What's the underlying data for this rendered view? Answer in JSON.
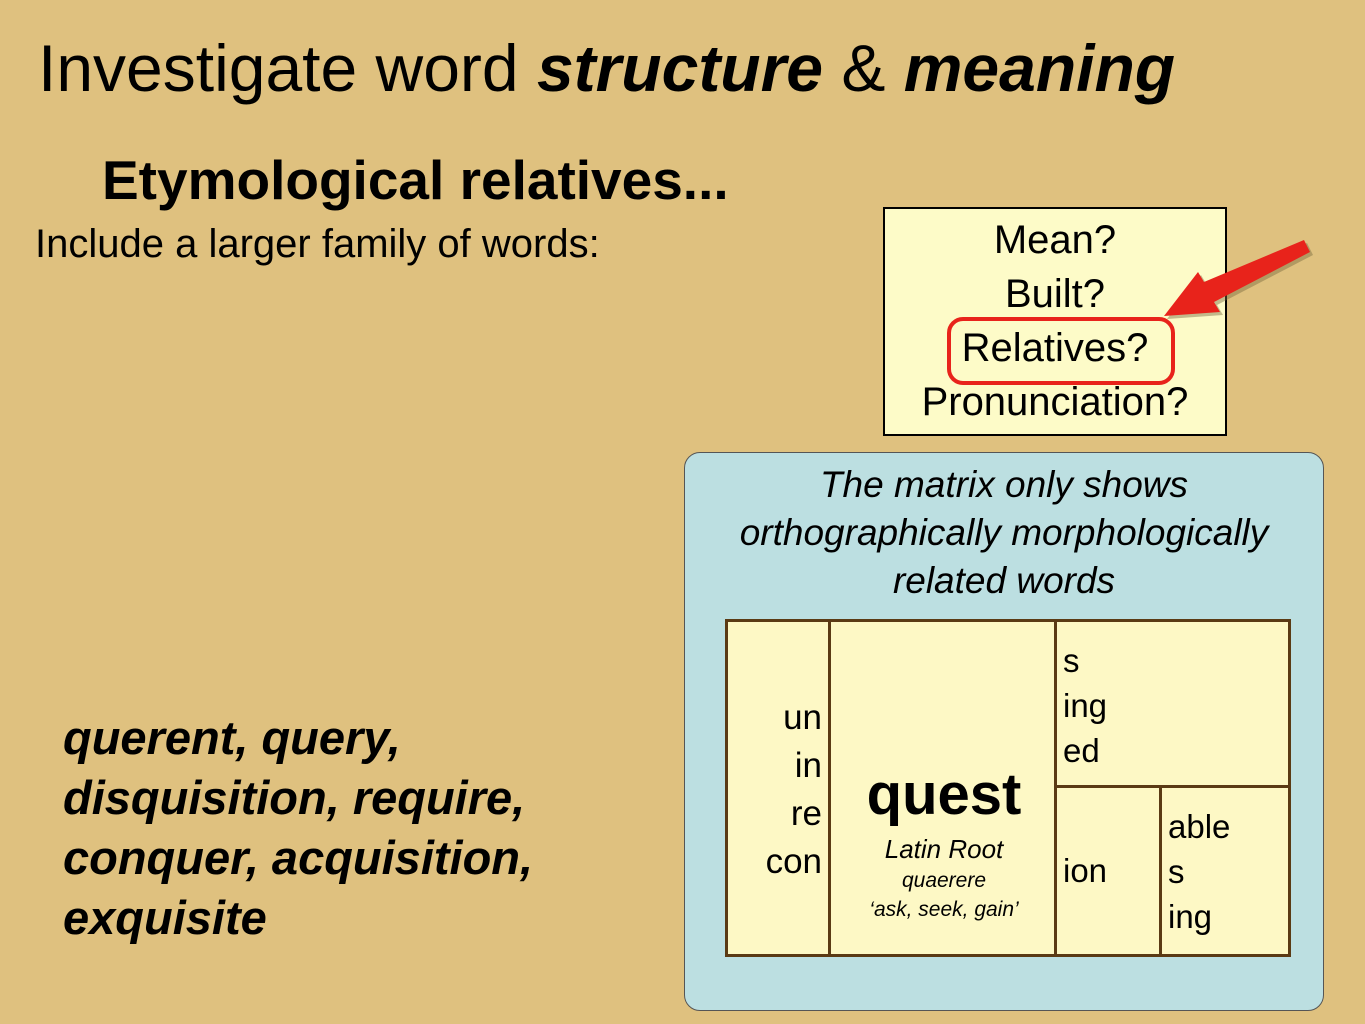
{
  "title": {
    "pre": "Investigate word ",
    "em1": "structure",
    "mid": " & ",
    "em2": "meaning"
  },
  "subtitle": "Etymological relatives...",
  "intro": "Include a larger family of words:",
  "questions": [
    "Mean?",
    "Built?",
    "Relatives?",
    "Pronunciation?"
  ],
  "highlight_color": "#e8231b",
  "related_words": [
    "querent, query,",
    "disquisition, require,",
    "conquer, acquisition,",
    "exquisite"
  ],
  "matrix_panel": {
    "note": [
      "The matrix only shows",
      "orthographically morphologically",
      "related words"
    ],
    "prefixes": [
      "un",
      "in",
      "re",
      "con"
    ],
    "base": "quest",
    "base_origin": "Latin Root",
    "base_latin": "quaerere",
    "base_gloss": "‘ask, seek, gain’",
    "suffixes_top": [
      "s",
      "ing",
      "ed"
    ],
    "suffix_ion": [
      "ion"
    ],
    "suffixes_after_ion": [
      "able",
      "s",
      "ing"
    ]
  }
}
